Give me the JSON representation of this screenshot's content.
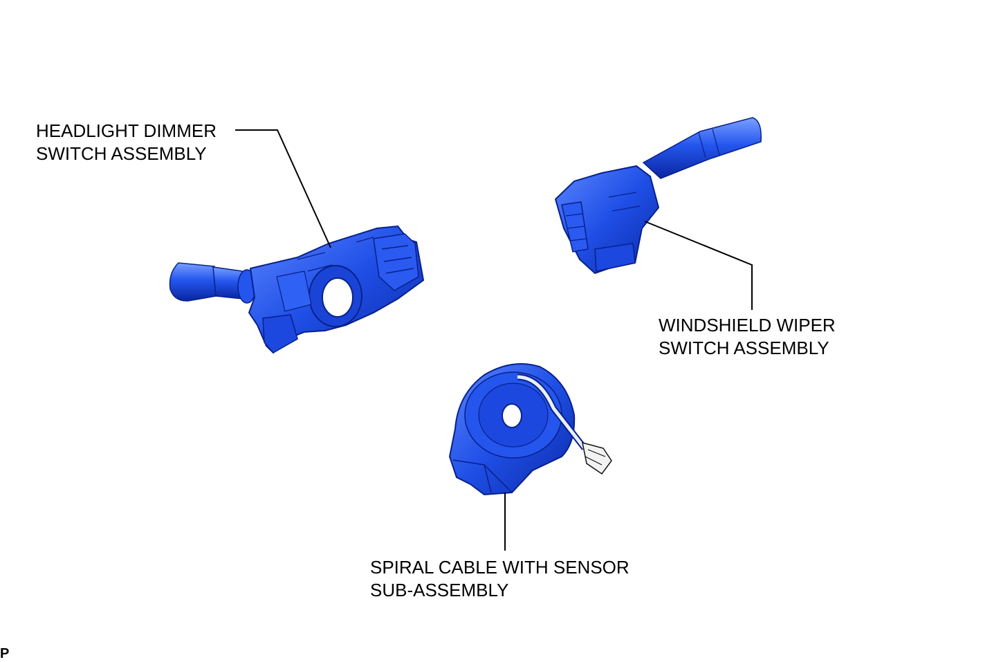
{
  "labels": {
    "headlight": {
      "line1": "HEADLIGHT DIMMER",
      "line2": "SWITCH ASSEMBLY"
    },
    "wiper": {
      "line1": "WINDSHIELD WIPER",
      "line2": "SWITCH ASSEMBLY"
    },
    "spiral": {
      "line1": "SPIRAL CABLE WITH SENSOR",
      "line2": "SUB-ASSEMBLY"
    }
  },
  "corner_mark": "P",
  "colors": {
    "part_blue": "#1f4fe6",
    "part_dark": "#0b2aa8",
    "part_light": "#5b86ff",
    "leader": "#000000"
  }
}
